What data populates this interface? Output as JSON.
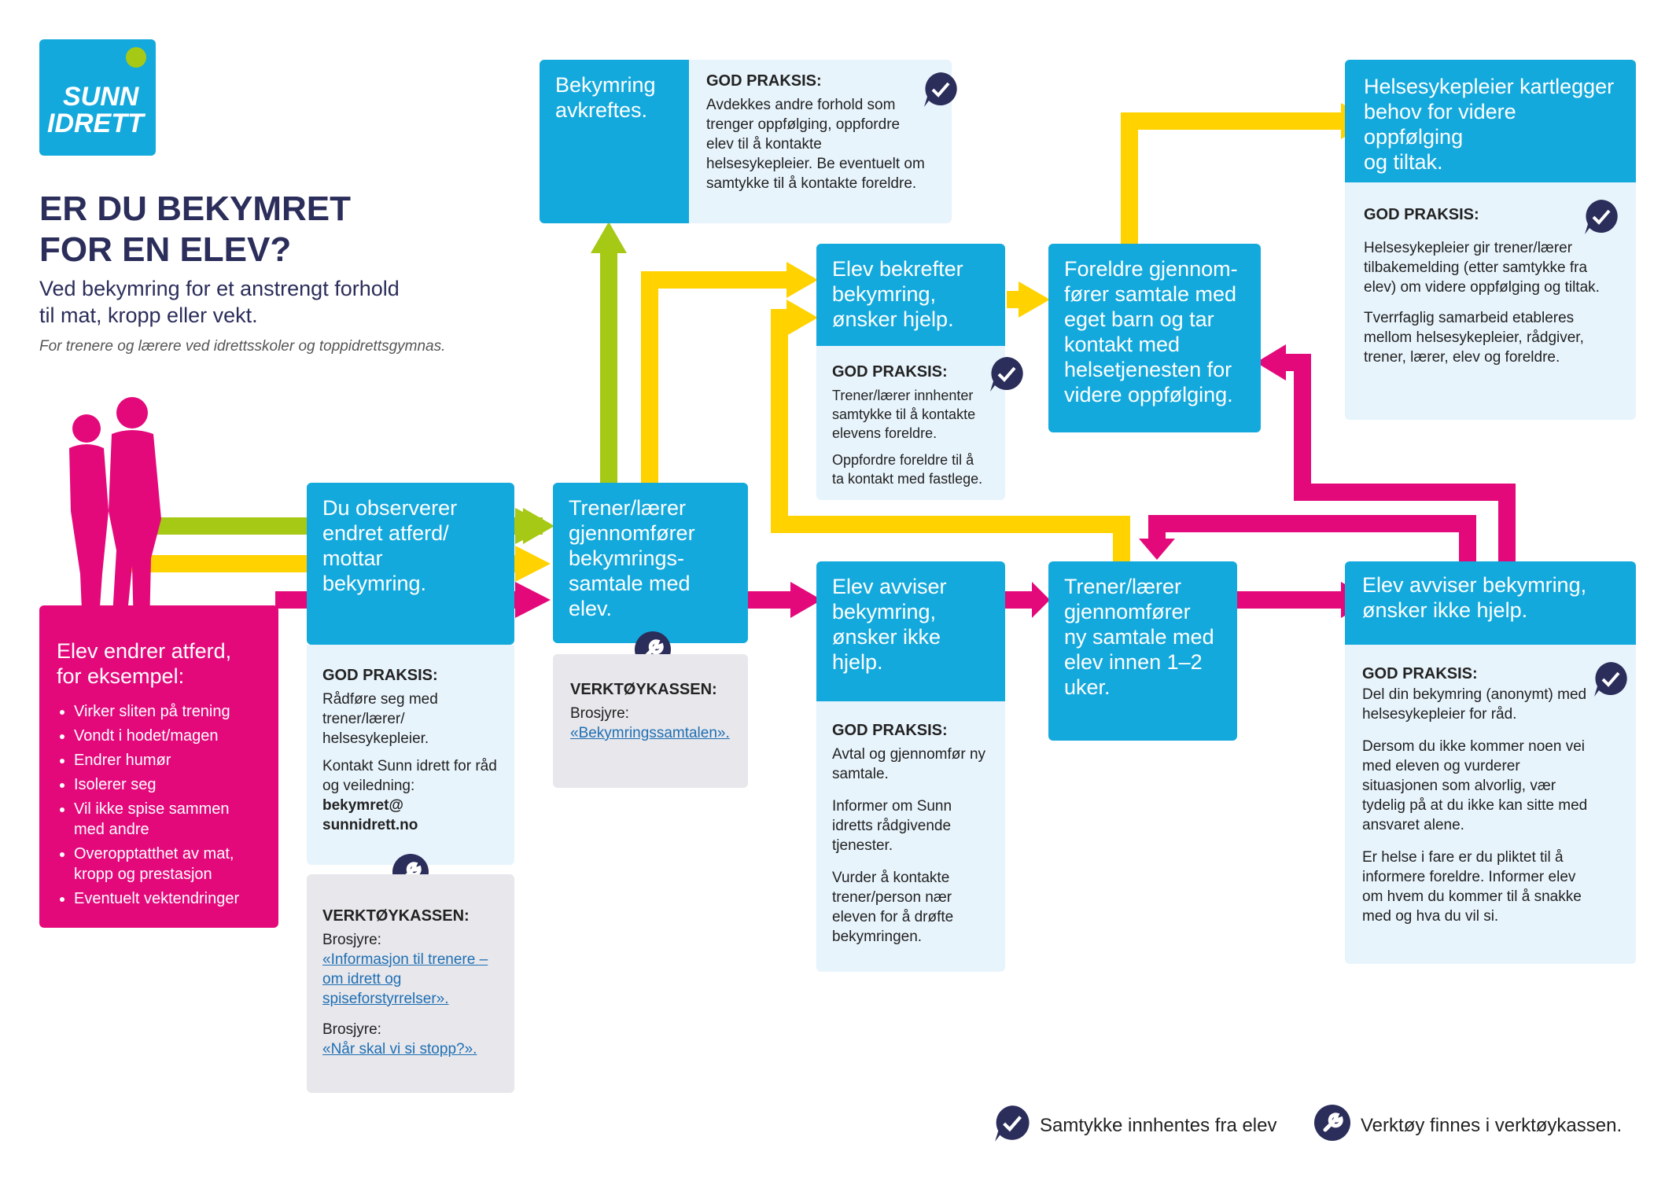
{
  "brand": {
    "logo_line1": "SUNN",
    "logo_line2": "IDRETT",
    "blue": "#14a9dd",
    "pink": "#e3097b",
    "yellow": "#ffd200",
    "green": "#a6c916",
    "navy": "#2b2d5a"
  },
  "header": {
    "title_line1": "ER DU BEKYMRET",
    "title_line2": "FOR EN ELEV?",
    "subtitle_line1": "Ved bekymring for et anstrengt forhold",
    "subtitle_line2": "til mat, kropp eller vekt.",
    "audience": "For trenere og lærere ved idrettsskoler og toppidrettsgymnas."
  },
  "student_box": {
    "title_line1": "Elev endrer atferd,",
    "title_line2": "for eksempel:",
    "items": [
      "Virker sliten på trening",
      "Vondt i hodet/magen",
      "Endrer humør",
      "Isolerer seg",
      "Vil ikke spise sammen med andre",
      "Overopptatthet av mat, kropp og prestasjon",
      "Eventuelt vektendringer"
    ]
  },
  "observe": {
    "title_lines": [
      "Du observerer",
      "endret atferd/",
      "mottar",
      "bekymring."
    ],
    "gp_label": "GOD PRAKSIS:",
    "gp_text1": "Rådføre seg med trener/lærer/ helsesykepleier.",
    "gp_text2": "Kontakt Sunn idrett for råd og veiledning:",
    "gp_email_line1": "bekymret@",
    "gp_email_line2": "sunnidrett.no",
    "tool_label": "VERKTØYKASSEN:",
    "tool_brochure1": "Brosjyre:",
    "tool_link1": "«Informasjon til trenere – om idrett og spiseforstyrrelser».",
    "tool_brochure2": "Brosjyre:",
    "tool_link2": "«Når skal vi si stopp?»."
  },
  "conversation": {
    "title_lines": [
      "Trener/lærer",
      "gjennomfører",
      "bekymrings-",
      "samtale med",
      "elev."
    ],
    "tool_label": "VERKTØYKASSEN:",
    "tool_brochure": "Brosjyre:",
    "tool_link": "«Bekymringssamtalen»."
  },
  "disproved": {
    "title_lines": [
      "Bekymring",
      "avkreftes."
    ],
    "gp_label": "GOD PRAKSIS:",
    "gp_text": "Avdekkes andre forhold som trenger oppfølging, oppfordre elev til å kontakte helsesykepleier. Be eventuelt om samtykke til å kontakte foreldre."
  },
  "confirms": {
    "title_lines": [
      "Elev bekrefter",
      "bekymring,",
      "ønsker hjelp."
    ],
    "gp_label": "GOD PRAKSIS:",
    "gp_text1": "Trener/lærer innhenter samtykke til å kontakte elevens foreldre.",
    "gp_text2": "Oppfordre foreldre til å ta kontakt med fastlege."
  },
  "parents": {
    "title_lines": [
      "Foreldre gjennom-",
      "fører samtale med",
      "eget barn og tar",
      "kontakt med",
      "helsetjenesten for",
      "videre oppfølging."
    ]
  },
  "nurse": {
    "title_lines": [
      "Helsesykepleier kartlegger",
      "behov for videre oppfølging",
      "og tiltak."
    ],
    "gp_label": "GOD PRAKSIS:",
    "gp_text1": "Helsesykepleier gir trener/lærer tilbakemelding (etter samtykke fra elev) om videre oppfølging og tiltak.",
    "gp_text2": "Tverrfaglig samarbeid etableres mellom helsesykepleier, rådgiver, trener, lærer, elev og foreldre."
  },
  "rejects": {
    "title_lines": [
      "Elev avviser",
      "bekymring,",
      "ønsker ikke",
      "hjelp."
    ],
    "gp_label": "GOD PRAKSIS:",
    "gp_text1": "Avtal og gjennomfør ny samtale.",
    "gp_text2": "Informer om Sunn idretts rådgivende tjenester.",
    "gp_text3": "Vurder å kontakte trener/person nær eleven for å drøfte bekymringen."
  },
  "new_talk": {
    "title_lines": [
      "Trener/lærer",
      "gjennomfører",
      "ny samtale med",
      "elev innen 1–2",
      "uker."
    ]
  },
  "rejects_final": {
    "title_lines": [
      "Elev avviser bekymring,",
      "ønsker ikke hjelp."
    ],
    "gp_label": "GOD PRAKSIS:",
    "gp_text1": "Del din bekymring (anonymt) med helsesykepleier for råd.",
    "gp_text2": "Dersom du ikke kommer noen vei med eleven og vurderer situasjonen som alvorlig, vær tydelig på at du ikke kan sitte med ansvaret alene.",
    "gp_text3": "Er helse i fare er du pliktet til å informere foreldre. Informer elev om hvem du kommer til å snakke med og hva du vil si."
  },
  "legend": {
    "consent": "Samtykke innhentes fra elev",
    "tools": "Verktøy finnes i verktøykassen."
  }
}
